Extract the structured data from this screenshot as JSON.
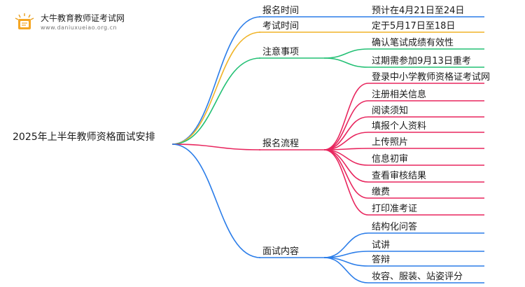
{
  "watermark": {
    "title": "大牛教育教师证考试网",
    "url": "www.daniuxueiao.org.cn",
    "logo_icon": "book-icon"
  },
  "mindmap": {
    "root": "2025年上半年教师资格面试安排",
    "branches": [
      {
        "label": "报名时间",
        "color": "#2b7de9",
        "children": [
          "预计在4月21日至24日"
        ]
      },
      {
        "label": "考试时间",
        "color": "#f0b428",
        "children": [
          "定于5月17日至18日"
        ]
      },
      {
        "label": "注意事项",
        "color": "#22c074",
        "children": [
          "确认笔试成绩有效性",
          "过期需参加9月13日重考"
        ]
      },
      {
        "label": "报名流程",
        "color": "#e8265e",
        "children": [
          "登录中小学教师资格证考试网",
          "注册相关信息",
          "阅读须知",
          "填报个人资料",
          "上传照片",
          "信息初审",
          "查看审核结果",
          "缴费",
          "打印准考证"
        ]
      },
      {
        "label": "面试内容",
        "color": "#2b7de9",
        "children": [
          "结构化问答",
          "试讲",
          "答辩",
          "妆容、服装、站姿评分"
        ]
      }
    ]
  }
}
